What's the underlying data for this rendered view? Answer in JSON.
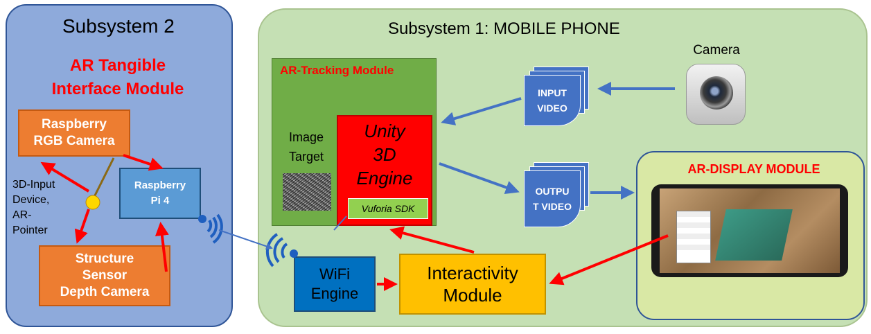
{
  "subsystem2": {
    "title": "Subsystem 2",
    "module_title_line1": "AR Tangible",
    "module_title_line2": "Interface Module",
    "rgb_camera_line1": "Raspberry",
    "rgb_camera_line2": "RGB Camera",
    "pi_line1": "Raspberry",
    "pi_line2": "Pi 4",
    "input_device_lines": [
      "3D-Input",
      "Device,",
      "AR-",
      "Pointer"
    ],
    "depth_camera_lines": [
      "Structure",
      "Sensor",
      "Depth Camera"
    ]
  },
  "subsystem1": {
    "title": "Subsystem 1: MOBILE PHONE",
    "ar_tracking_title": "AR-Tracking Module",
    "image_target_lines": [
      "Image",
      "Target"
    ],
    "unity_lines": [
      "Unity",
      "3D",
      "Engine"
    ],
    "vuforia_label": "Vuforia SDK",
    "input_video_lines": [
      "INPUT",
      "VIDEO"
    ],
    "output_video_lines": [
      "OUTPU",
      "T VIDEO"
    ],
    "camera_label": "Camera",
    "ar_display_title": "AR-DISPLAY MODULE",
    "wifi_engine_lines": [
      "WiFi",
      "Engine"
    ],
    "interactivity_lines": [
      "Interactivity",
      "Module"
    ]
  },
  "colors": {
    "subsystem2_bg": "#8eaadb",
    "subsystem1_bg": "#c5e0b4",
    "title_red": "#ff0000",
    "orange": "#ed7d31",
    "blue_box": "#5b9bd5",
    "arrow_red": "#ff0000",
    "arrow_blue": "#4472c4"
  }
}
